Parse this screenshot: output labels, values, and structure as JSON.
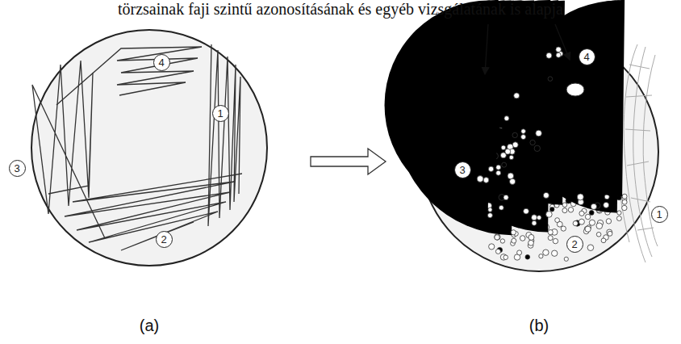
{
  "diagram": {
    "nodes": [
      {
        "text": [
          "4"
        ]
      },
      {
        "text": [
          "1"
        ]
      },
      {
        "text": [
          "3"
        ]
      },
      {
        "text": [
          "2"
        ]
      },
      {
        "text": [
          "4"
        ]
      },
      {
        "text": [
          "1"
        ]
      },
      {
        "text": [
          "3"
        ]
      },
      {
        "text": [
          "2"
        ]
      }
    ],
    "labels": [
      "törzsainak faji szintű azonosításának és egyéb vizsgálatának is alapja",
      "(a)",
      "(b)"
    ]
  }
}
